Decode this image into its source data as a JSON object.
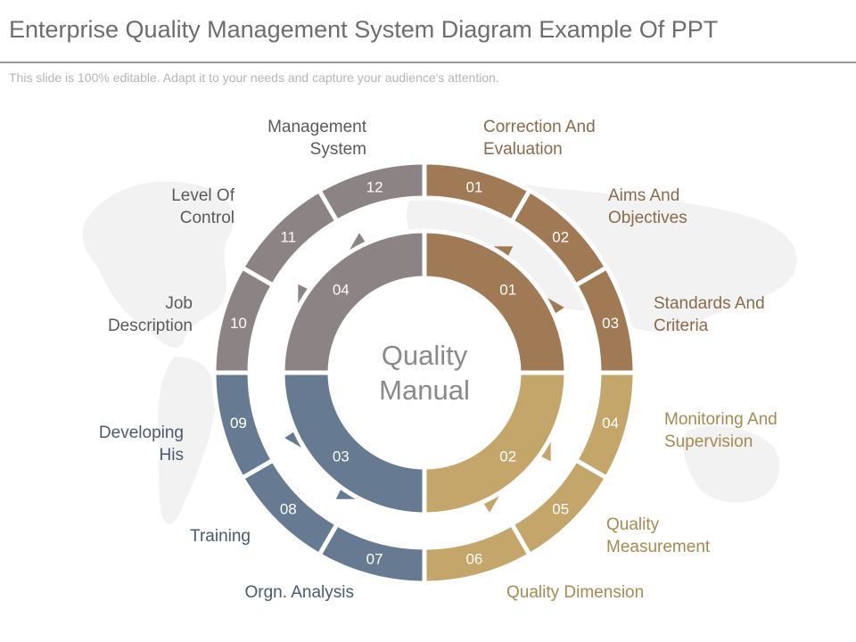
{
  "header": {
    "title": "Enterprise Quality Management System Diagram Example Of PPT",
    "subtitle": "This slide is 100% editable. Adapt it to your needs and capture your audience's attention."
  },
  "center": {
    "line1": "Quality",
    "line2": "Manual"
  },
  "colors": {
    "brown": "#a07a55",
    "tan": "#c4a56a",
    "blue": "#667b91",
    "gray": "#8b8384",
    "brown_text": "#8a6a48",
    "tan_text": "#a68a50",
    "gray_text": "#5a5a5a",
    "blue_text": "#4a5a6e"
  },
  "inner_quadrants": [
    {
      "number": "01",
      "color": "brown"
    },
    {
      "number": "02",
      "color": "tan"
    },
    {
      "number": "03",
      "color": "blue"
    },
    {
      "number": "04",
      "color": "gray"
    }
  ],
  "outer_segments": [
    {
      "number": "01",
      "color": "brown",
      "label": [
        "Correction And",
        "Evaluation"
      ]
    },
    {
      "number": "02",
      "color": "brown",
      "label": [
        "Aims And",
        "Objectives"
      ]
    },
    {
      "number": "03",
      "color": "brown",
      "label": [
        "Standards And",
        "Criteria"
      ]
    },
    {
      "number": "04",
      "color": "tan",
      "label": [
        "Monitoring And",
        "Supervision"
      ]
    },
    {
      "number": "05",
      "color": "tan",
      "label": [
        "Quality",
        "Measurement"
      ]
    },
    {
      "number": "06",
      "color": "tan",
      "label": [
        "Quality Dimension"
      ]
    },
    {
      "number": "07",
      "color": "blue",
      "label": [
        "Orgn. Analysis"
      ]
    },
    {
      "number": "08",
      "color": "blue",
      "label": [
        "Training"
      ]
    },
    {
      "number": "09",
      "color": "blue",
      "label": [
        "Developing",
        "His"
      ]
    },
    {
      "number": "10",
      "color": "gray",
      "label": [
        "Job",
        "Description"
      ]
    },
    {
      "number": "11",
      "color": "gray",
      "label": [
        "Level Of",
        "Control"
      ]
    },
    {
      "number": "12",
      "color": "gray",
      "label": [
        "Management",
        "System"
      ]
    }
  ]
}
